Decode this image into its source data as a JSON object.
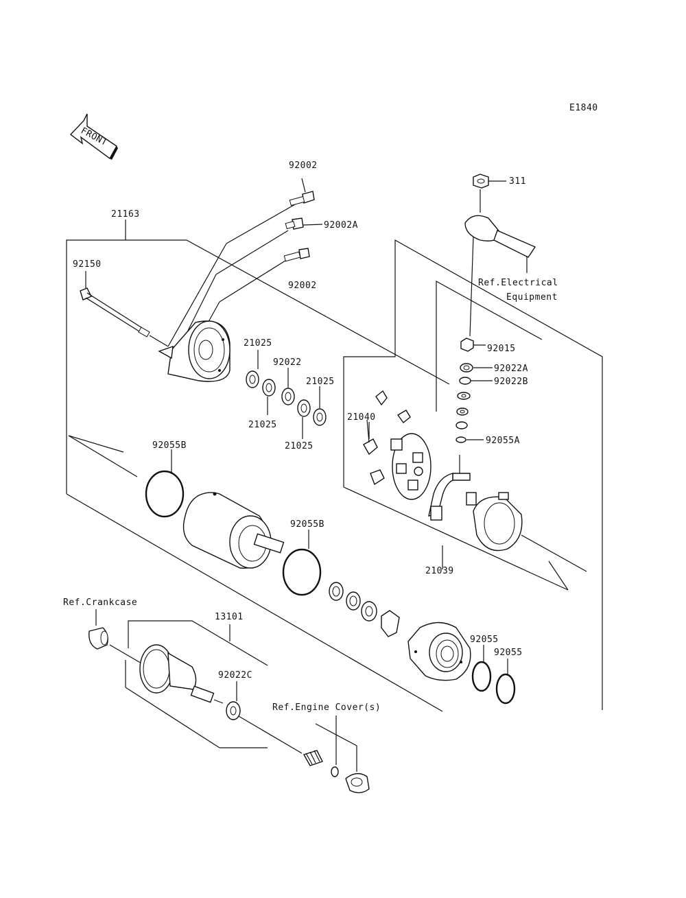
{
  "diagram_code": "E1840",
  "front_label": "FRONT",
  "colors": {
    "ink": "#111111",
    "paper": "#ffffff"
  },
  "labels": {
    "p92002_top": "92002",
    "p92002A": "92002A",
    "p92002_mid": "92002",
    "p21163": "21163",
    "p92150": "92150",
    "p21025_a": "21025",
    "p92022": "92022",
    "p21025_b": "21025",
    "p21025_c": "21025",
    "p21025_d": "21025",
    "p311": "311",
    "ref_electrical_1": "Ref.Electrical",
    "ref_electrical_2": "Equipment",
    "p92015": "92015",
    "p92022A": "92022A",
    "p92022B": "92022B",
    "p21040": "21040",
    "p92055A": "92055A",
    "p92055B_a": "92055B",
    "p92055B_b": "92055B",
    "p21039": "21039",
    "ref_crankcase": "Ref.Crankcase",
    "p13101": "13101",
    "p92022C": "92022C",
    "p92055_a": "92055",
    "p92055_b": "92055",
    "ref_engine_cover": "Ref.Engine Cover(s)"
  }
}
